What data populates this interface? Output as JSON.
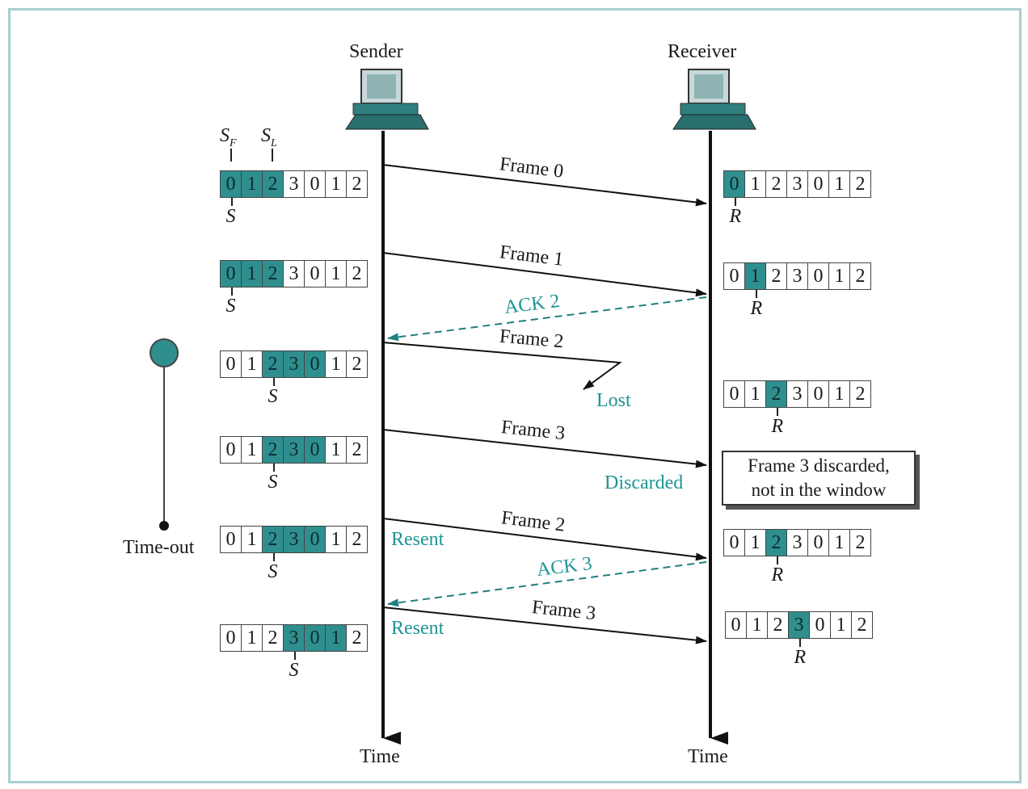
{
  "sender": {
    "title": "Sender",
    "time_label": "Time"
  },
  "receiver": {
    "title": "Receiver",
    "time_label": "Time"
  },
  "sequence": [
    "0",
    "1",
    "2",
    "3",
    "0",
    "1",
    "2"
  ],
  "sender_windows": [
    {
      "highlight": [
        0,
        1,
        2
      ],
      "pointer": "S"
    },
    {
      "highlight": [
        0,
        1,
        2
      ],
      "pointer": "S"
    },
    {
      "highlight": [
        2,
        3,
        4
      ],
      "pointer": "S"
    },
    {
      "highlight": [
        2,
        3,
        4
      ],
      "pointer": "S"
    },
    {
      "highlight": [
        2,
        3,
        4
      ],
      "pointer": "S"
    },
    {
      "highlight": [
        3,
        4,
        5
      ],
      "pointer": "S"
    }
  ],
  "receiver_windows": [
    {
      "highlight": [
        0
      ],
      "pointer": "R"
    },
    {
      "highlight": [
        1
      ],
      "pointer": "R"
    },
    {
      "highlight": [
        2
      ],
      "pointer": "R"
    },
    {
      "highlight": [
        2
      ],
      "pointer": "R"
    },
    {
      "highlight": [
        3
      ],
      "pointer": "R"
    }
  ],
  "window_markers": {
    "first": "S",
    "first_sub": "F",
    "last": "S",
    "last_sub": "L"
  },
  "messages": {
    "frame0": "Frame 0",
    "frame1": "Frame 1",
    "ack2": "ACK 2",
    "frame2": "Frame 2",
    "lost": "Lost",
    "frame3": "Frame 3",
    "discarded": "Discarded",
    "frame2_resend": "Frame 2",
    "resent_1": "Resent",
    "ack3": "ACK 3",
    "frame3_resend": "Frame 3",
    "resent_2": "Resent"
  },
  "note": {
    "line1": "Frame 3 discarded,",
    "line2": "not in the window"
  },
  "timer": {
    "label": "Time-out"
  },
  "colors": {
    "highlight": "#2f8f8f",
    "ack_text": "#1e9494",
    "frame_border": "#a9cfcf"
  }
}
